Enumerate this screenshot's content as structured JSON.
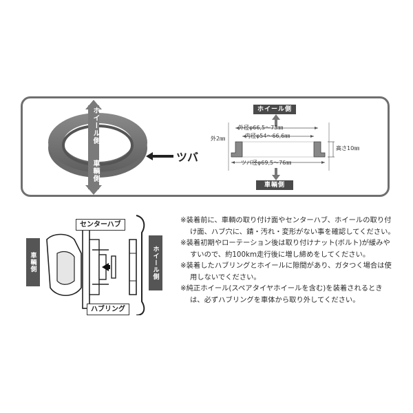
{
  "top": {
    "ring_label_wheel": "ホイール側",
    "ring_label_vehicle": "車輌側",
    "tsuba_label": "ツバ",
    "wheel_side_box": "ホイール側",
    "vehicle_side_box": "車輌側",
    "outer_dia": "外径φ66,5～73㎜",
    "inner_dia": "内径φ54～66,6㎜",
    "outer_2mm": "外2㎜",
    "height": "高さ10㎜",
    "tsuba_dia": "ツバ径φ69,5～76㎜"
  },
  "bottom": {
    "vehicle_side": "車輌側",
    "wheel_side": "ホイール側",
    "center_hub": "センターハブ",
    "hub_ring": "ハブリング"
  },
  "notes": [
    "※装着前に、車輌の取り付け面やセンターハブ、ホイールの取り付け面、ハブ穴に、錆・汚れ・変形がない事を確認してください。",
    "※装着初期やローテーション後は取り付けナット(ボルト)が緩みやすいので、約100km走行後に増し締めをしてください。",
    "※装着したハブリングとホイールに隙間があり、ガタつく場合は使用しないでください。",
    "※純正ホイール(スペアタイヤホイールを含む)を装着されるときは、必ずハブリングを車体から取り外してください。"
  ],
  "colors": {
    "panel_border": "#6f6f6f",
    "label_bg": "#4a4a4a",
    "ring": "#7a7a7a"
  }
}
